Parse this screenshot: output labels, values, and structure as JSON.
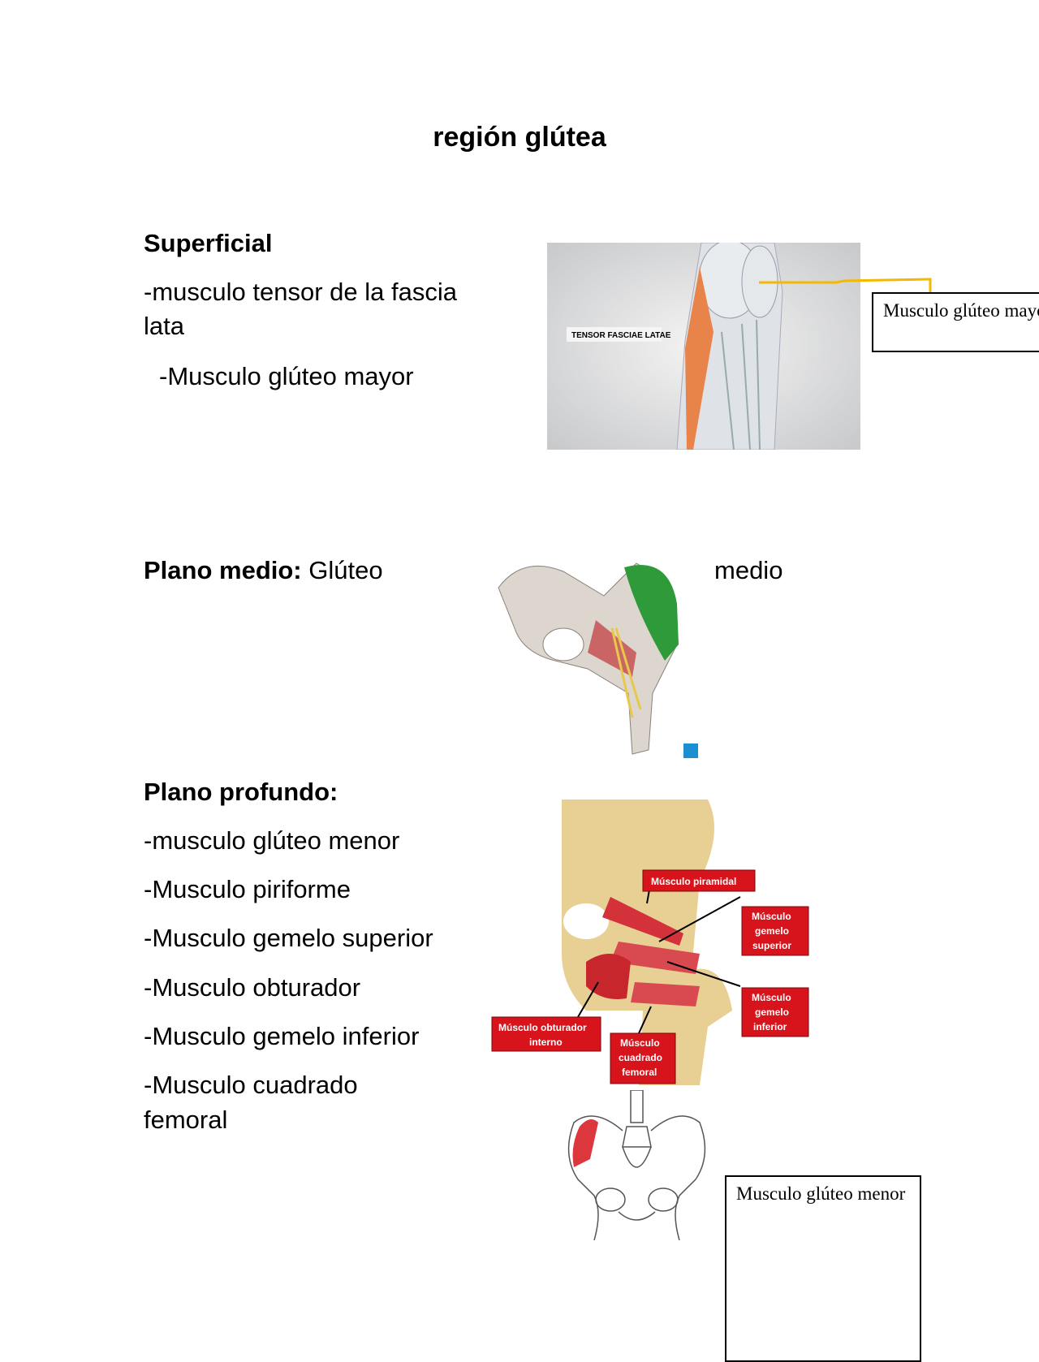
{
  "title": "región glútea",
  "superficial": {
    "heading": "Superficial",
    "items": [
      "-musculo tensor de la fascia",
      "lata",
      "-Musculo glúteo mayor"
    ],
    "image_label": "TENSOR FASCIAE LATAE",
    "callout": "Musculo glúteo mayor"
  },
  "medio": {
    "heading": "Plano medio:",
    "text_left": "Glúteo",
    "text_right": "medio"
  },
  "profundo": {
    "heading": "Plano profundo:",
    "items": [
      "-musculo glúteo menor",
      "-Musculo piriforme",
      "-Musculo gemelo superior",
      "-Musculo obturador",
      "-Musculo gemelo inferior",
      "-Musculo cuadrado",
      "femoral"
    ],
    "image_labels": {
      "piramidal": "Músculo piramidal",
      "gemelo_superior": [
        "Músculo",
        "gemelo",
        "superior"
      ],
      "gemelo_inferior": [
        "Músculo",
        "gemelo",
        "inferior"
      ],
      "obturador": [
        "Músculo obturador",
        "interno"
      ],
      "cuadrado": [
        "Músculo",
        "cuadrado",
        "femoral"
      ]
    },
    "callout": "Musculo glúteo menor"
  },
  "colors": {
    "highlight_orange": "#e8834a",
    "gluteus_medius_green": "#2e9a3a",
    "label_red": "#d7141c",
    "callout_line": "#f5b800"
  }
}
